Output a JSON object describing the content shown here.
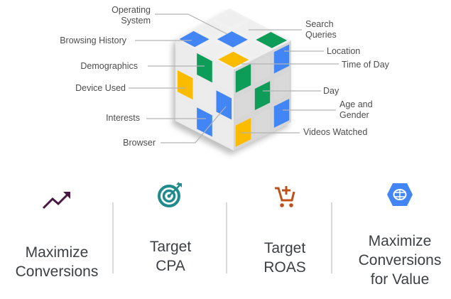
{
  "diagram": {
    "title": "Signals cube",
    "cube": {
      "palette": {
        "W": "#eeeeee",
        "G": "#0f9d58",
        "B": "#4285f4",
        "Y": "#fbbc04"
      },
      "face_shades": {
        "top": "#f1f1f1",
        "left": "#ebebeb",
        "right": "#d6d6d6"
      },
      "top_face": [
        [
          "W",
          "W",
          "G"
        ],
        [
          "W",
          "B",
          "W"
        ],
        [
          "B",
          "W",
          "Y"
        ]
      ],
      "left_face": [
        [
          "W",
          "G",
          "W"
        ],
        [
          "Y",
          "W",
          "B"
        ],
        [
          "W",
          "B",
          "W"
        ]
      ],
      "right_face": [
        [
          "G",
          "W",
          "B"
        ],
        [
          "W",
          "G",
          "W"
        ],
        [
          "Y",
          "W",
          "B"
        ]
      ]
    },
    "labels_left": [
      {
        "id": "operating-system",
        "text": "Operating\nSystem"
      },
      {
        "id": "browsing-history",
        "text": "Browsing History"
      },
      {
        "id": "demographics",
        "text": "Demographics"
      },
      {
        "id": "device-used",
        "text": "Device Used"
      },
      {
        "id": "interests",
        "text": "Interests"
      },
      {
        "id": "browser",
        "text": "Browser"
      }
    ],
    "labels_right": [
      {
        "id": "search-queries",
        "text": "Search\nQueries"
      },
      {
        "id": "location",
        "text": "Location"
      },
      {
        "id": "time-of-day",
        "text": "Time of Day"
      },
      {
        "id": "day",
        "text": "Day"
      },
      {
        "id": "age-and-gender",
        "text": "Age and\nGender"
      },
      {
        "id": "videos-watched",
        "text": "Videos Watched"
      }
    ],
    "line_color": "#b3b3b3"
  },
  "strategies": [
    {
      "name": "Maximize\nConversions",
      "icon": "trending-up-icon",
      "color": "#4a1942"
    },
    {
      "name": "Target\nCPA",
      "icon": "target-icon",
      "color": "#1e8a8a"
    },
    {
      "name": "Target\nROAS",
      "icon": "cart-add-icon",
      "color": "#c0501a"
    },
    {
      "name": "Maximize\nConversions\nfor Value",
      "icon": "ai-brain-icon",
      "color": "#4285f4"
    }
  ]
}
